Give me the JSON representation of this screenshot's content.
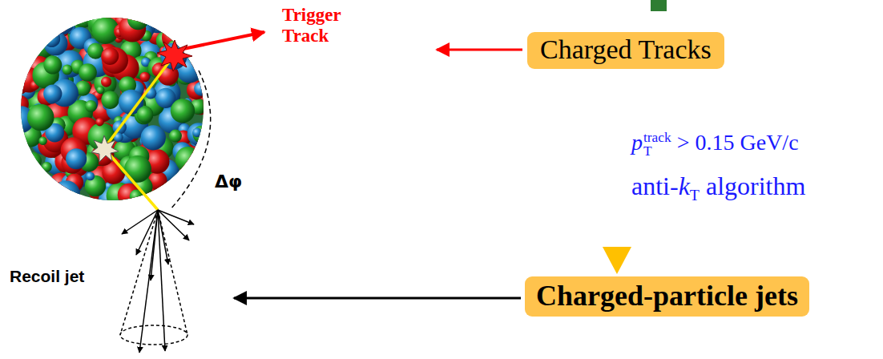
{
  "diagram": {
    "nodes": [
      {
        "text": [
          "Charged Tracks"
        ]
      },
      {
        "text": [
          "Charged-particle jets"
        ]
      }
    ],
    "edges": [
      {
        "from": 0,
        "to": 1,
        "arrow": "to"
      }
    ],
    "labels": [
      "Trigger Track",
      "Δφ",
      "Recoil jet",
      "p",
      "track",
      "T",
      "> 0.15 GeV/c",
      "anti-",
      "k",
      "T",
      "algorithm"
    ]
  }
}
